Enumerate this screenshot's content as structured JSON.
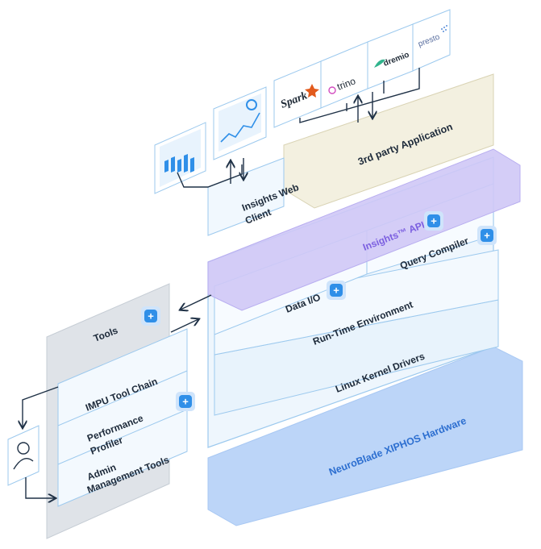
{
  "labels": {
    "third_party": "3rd party Application",
    "insights_web_client_line1": "Insights Web",
    "insights_web_client_line2": "Client",
    "insights_api": "Insights™ API",
    "query_compiler": "Query Compiler",
    "data_io": "Data I/O",
    "runtime": "Run-Time Environment",
    "kernel": "Linux Kernel Drivers",
    "hardware": "NeuroBlade XIPHOS Hardware",
    "tools": "Tools",
    "impu": "IMPU Tool Chain",
    "perf_line1": "Performance",
    "perf_line2": "Profiler",
    "admin_line1": "Admin",
    "admin_line2": "Management Tools"
  },
  "logos": {
    "spark": "Spark",
    "trino": "trino",
    "dremio": "dremio",
    "presto": "presto"
  },
  "plus_glyph": "+",
  "colors": {
    "accent_blue": "#2f8fe8",
    "api_purple": "#cfc8f6",
    "api_text": "#7b5fe0",
    "hardware_blue": "#bcd5f8",
    "hardware_text": "#2d6fd0",
    "third_party_beige": "#f3f0e0",
    "outline": "#9cc9ee"
  }
}
